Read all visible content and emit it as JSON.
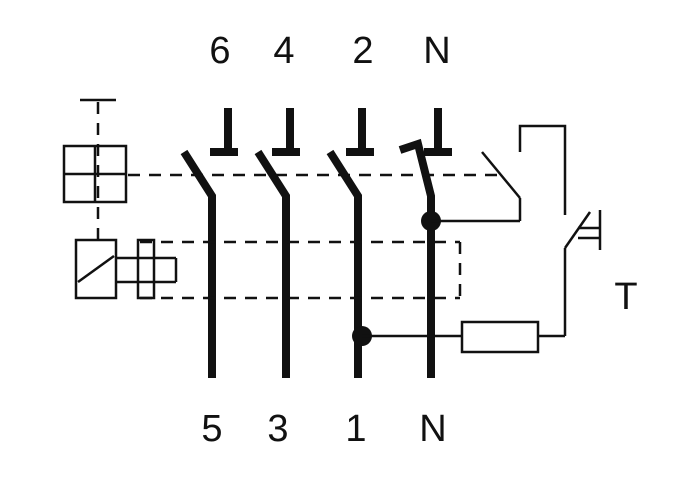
{
  "terminals": {
    "top": [
      "6",
      "4",
      "2",
      "N"
    ],
    "bottom": [
      "5",
      "3",
      "1",
      "N"
    ]
  },
  "test_button_label": "T",
  "colors": {
    "ink": "#111111",
    "background": "#ffffff"
  }
}
